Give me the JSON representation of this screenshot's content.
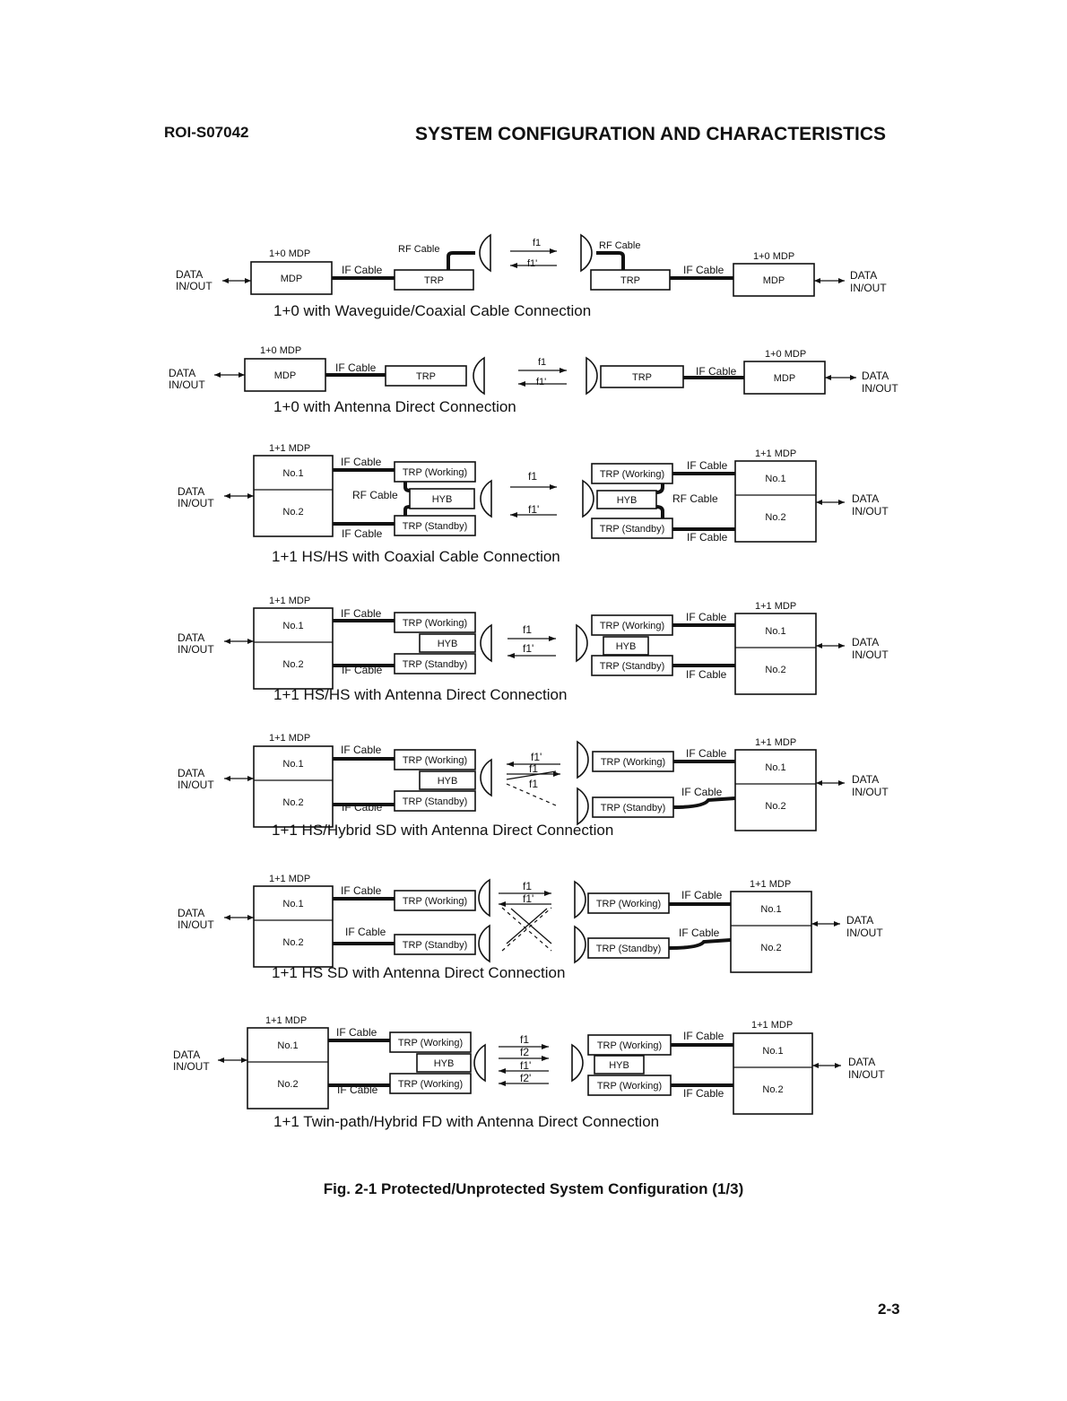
{
  "header": {
    "doc_id": "ROI-S07042",
    "title": "SYSTEM CONFIGURATION AND CHARACTERISTICS"
  },
  "labels": {
    "mdp_1p0": "1+0 MDP",
    "mdp_1p1": "1+1 MDP",
    "mdp": "MDP",
    "trp": "TRP",
    "trp_working": "TRP (Working)",
    "trp_standby": "TRP (Standby)",
    "hyb": "HYB",
    "no1": "No.1",
    "no2": "No.2",
    "if_cable": "IF Cable",
    "rf_cable": "RF Cable",
    "data": "DATA",
    "in_out": "IN/OUT",
    "f1": "f1",
    "f1p": "f1'",
    "f2": "f2",
    "f2p": "f2'"
  },
  "captions": [
    "1+0 with Waveguide/Coaxial Cable Connection",
    "1+0 with Antenna Direct Connection",
    "1+1 HS/HS with Coaxial Cable Connection",
    "1+1 HS/HS with Antenna Direct Connection",
    "1+1 HS/Hybrid SD with Antenna Direct Connection",
    "1+1 HS SD with Antenna Direct Connection",
    "1+1 Twin-path/Hybrid FD with Antenna Direct Connection"
  ],
  "figure_caption": "Fig. 2-1  Protected/Unprotected System Configuration (1/3)",
  "page_number": "2-3"
}
